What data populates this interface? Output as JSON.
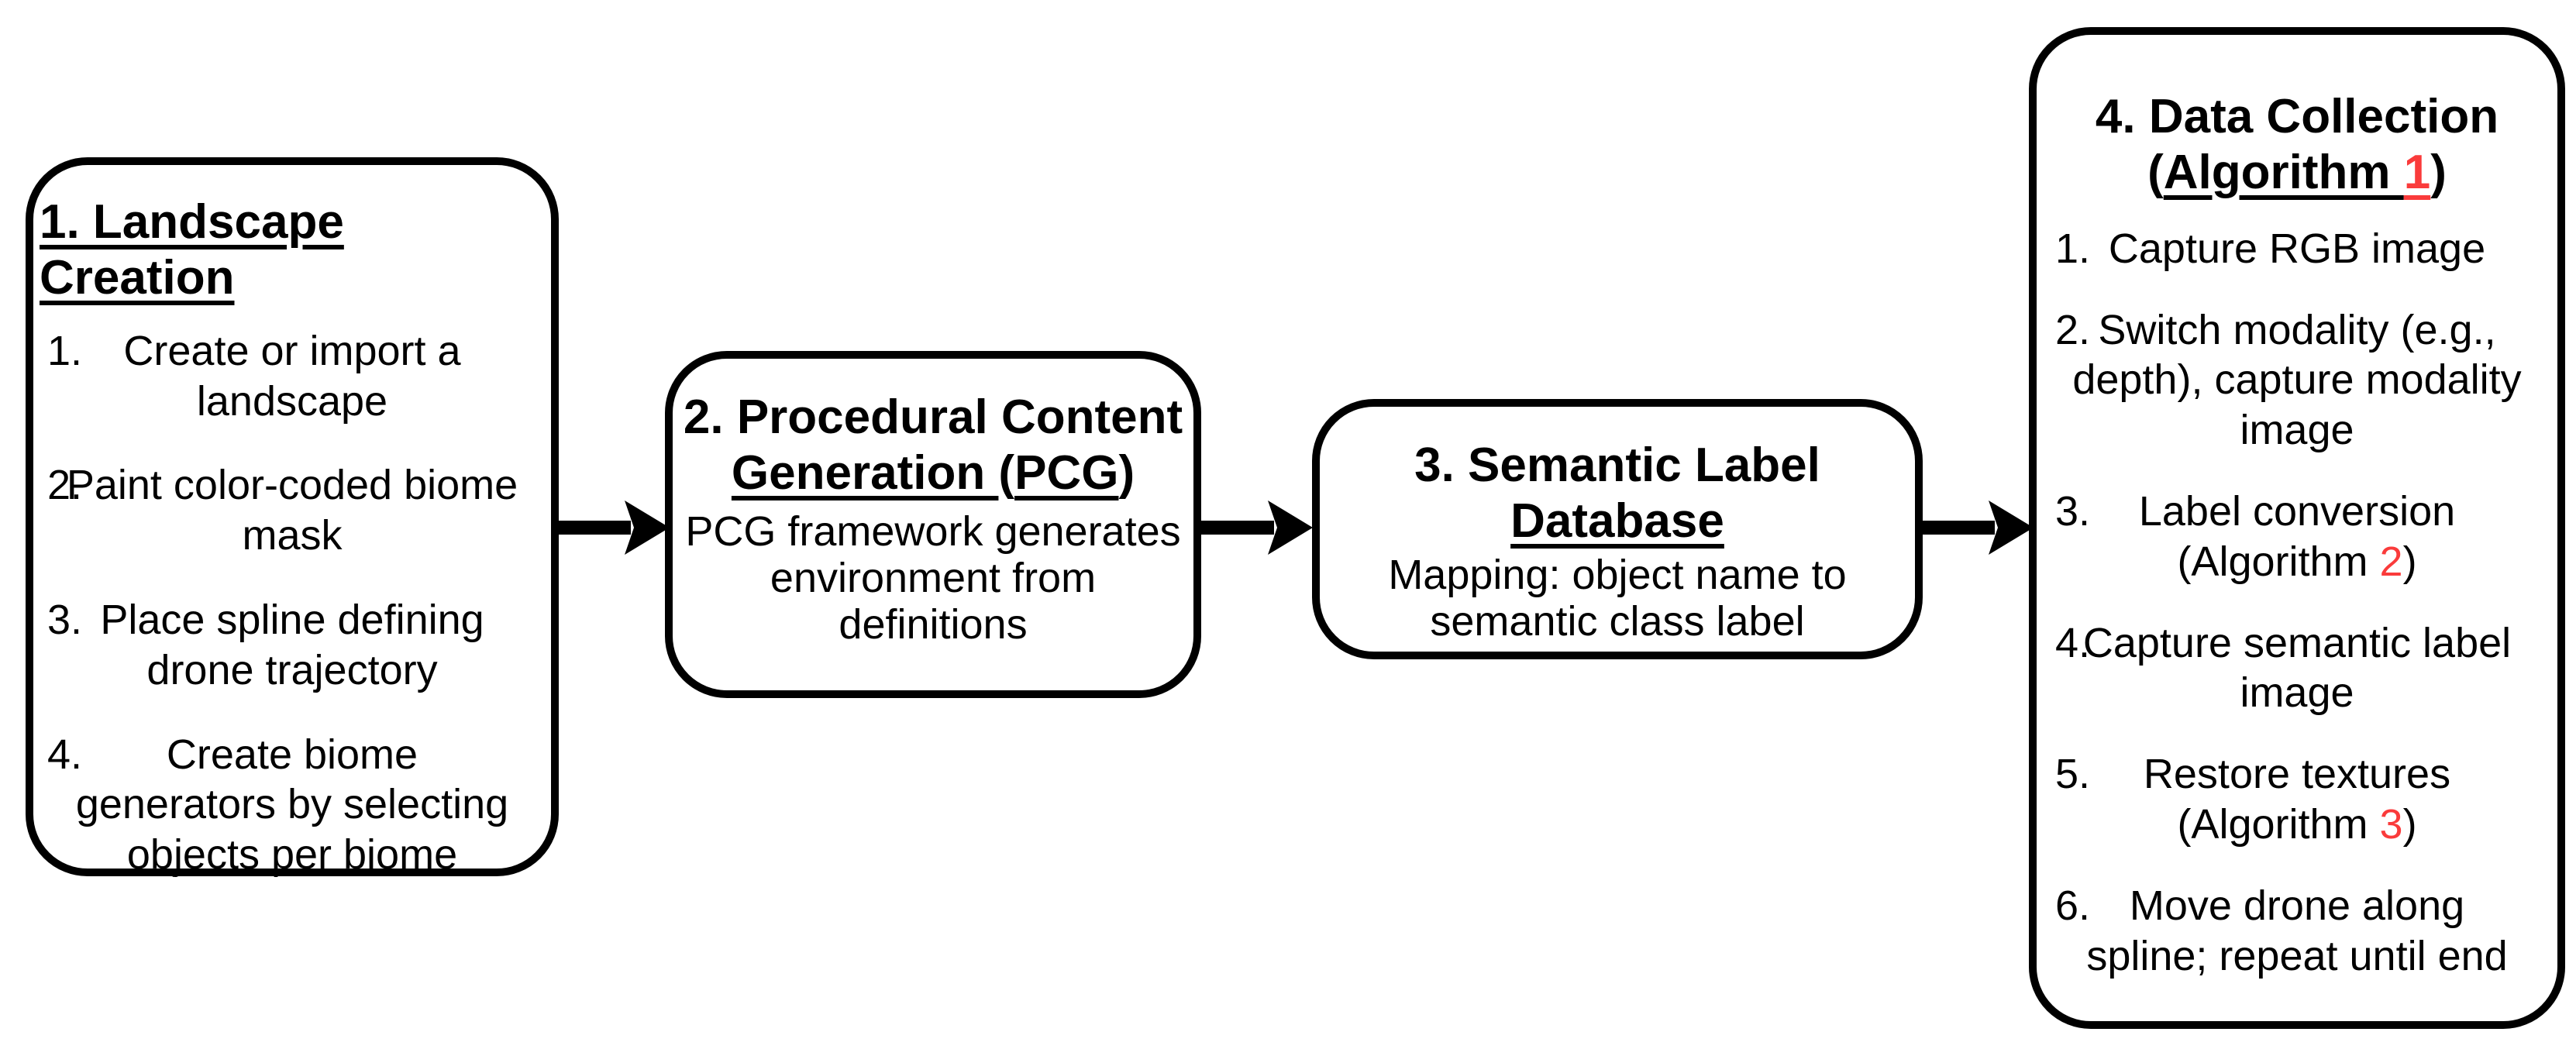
{
  "colors": {
    "accent_red": "#fa3b3b",
    "stroke": "#000000",
    "background": "#ffffff"
  },
  "box1": {
    "title": "1. Landscape Creation",
    "items": [
      {
        "num": "1.",
        "lines": [
          "Create or import a",
          "landscape"
        ]
      },
      {
        "num": "2.",
        "lines": [
          "Paint color-coded biome",
          "mask"
        ]
      },
      {
        "num": "3.",
        "lines": [
          "Place spline defining",
          "drone trajectory"
        ]
      },
      {
        "num": "4.",
        "lines": [
          "Create biome",
          "generators by selecting",
          "objects per biome"
        ]
      }
    ]
  },
  "box2": {
    "title_line1": "2. Procedural Content",
    "title_line2": {
      "u1": "Generation ",
      "paren_open": "(",
      "u2": "PCG",
      "paren_close": ")"
    },
    "body_lines": [
      "PCG framework generates",
      "environment from",
      "definitions"
    ]
  },
  "box3": {
    "title_line1": "3. Semantic Label",
    "title_line2_underlined": "Database",
    "body_lines": [
      "Mapping: object name to",
      "semantic class label"
    ]
  },
  "box4": {
    "title_line1": "4. Data Collection",
    "title_line2": {
      "paren_open": "(",
      "u_black": "Algorithm ",
      "u_red": "1",
      "paren_close": ")"
    },
    "items": [
      {
        "num": "1.",
        "lines": [
          "Capture RGB image"
        ]
      },
      {
        "num": "2.",
        "lines": [
          "Switch modality (e.g.,",
          "depth), capture modality",
          "image"
        ]
      },
      {
        "num": "3.",
        "lines": [
          "Label conversion",
          {
            "pre": "(Algorithm ",
            "red": "2",
            "post": ")"
          }
        ]
      },
      {
        "num": "4.",
        "lines": [
          "Capture semantic label",
          "image"
        ]
      },
      {
        "num": "5.",
        "lines": [
          "Restore textures",
          {
            "pre": "(Algorithm ",
            "red": "3",
            "post": ")"
          }
        ]
      },
      {
        "num": "6.",
        "lines": [
          "Move drone along",
          "spline; repeat until end"
        ]
      }
    ]
  }
}
